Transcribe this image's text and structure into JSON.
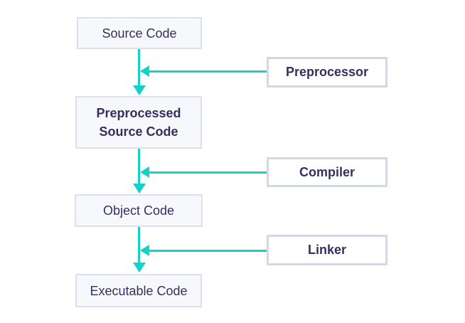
{
  "diagram": {
    "flow_nodes": [
      {
        "label": "Source Code"
      },
      {
        "label": "Preprocessed Source Code"
      },
      {
        "label": "Object Code"
      },
      {
        "label": "Executable Code"
      }
    ],
    "stage_nodes": [
      {
        "label": "Preprocessor"
      },
      {
        "label": "Compiler"
      },
      {
        "label": "Linker"
      }
    ],
    "colors": {
      "accent": "#14d2c8",
      "text": "#332f5e",
      "flow_fill": "#f7f8fc",
      "flow_border": "#dbe0ea",
      "stage_border": "#d3d9e4",
      "background": "#ffffff"
    }
  }
}
